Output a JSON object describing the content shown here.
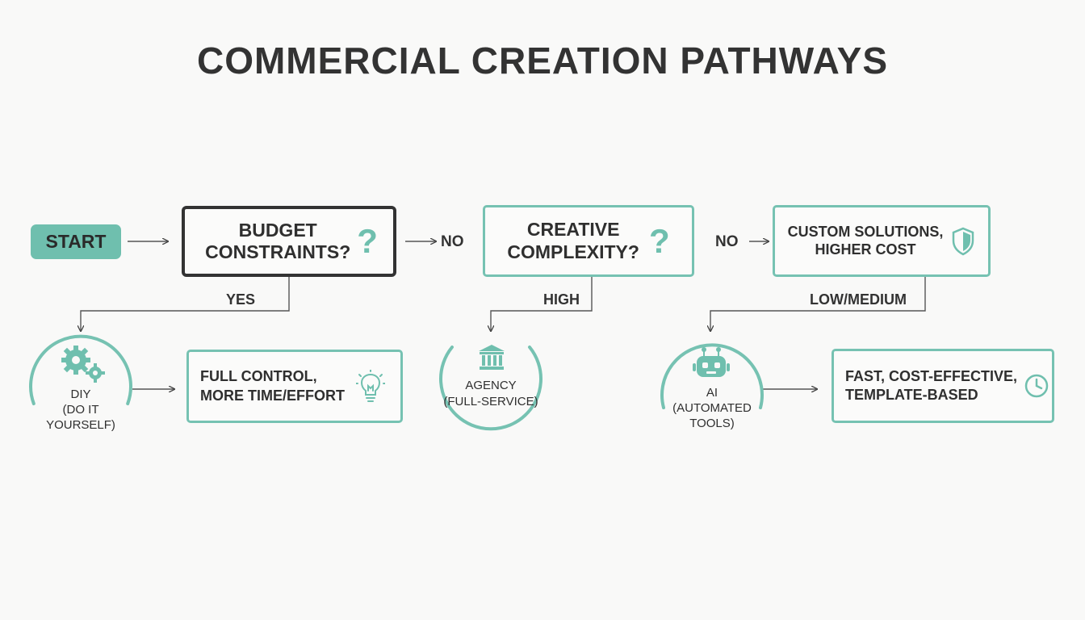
{
  "title": "COMMERCIAL CREATION PATHWAYS",
  "start": "START",
  "decisions": {
    "budget": {
      "line1": "BUDGET",
      "line2": "CONSTRAINTS?",
      "mark": "?"
    },
    "complexity": {
      "line1": "CREATIVE",
      "line2": "COMPLEXITY?",
      "mark": "?"
    }
  },
  "custom": {
    "line1": "CUSTOM SOLUTIONS,",
    "line2": "HIGHER COST",
    "icon": "shield-icon"
  },
  "edge_labels": {
    "no_1": "NO",
    "no_2": "NO",
    "yes": "YES",
    "high": "HIGH",
    "low_medium": "LOW/MEDIUM"
  },
  "diy": {
    "line1": "DIY",
    "line2": "(DO IT",
    "line3": "YOURSELF)",
    "icon": "gears-icon"
  },
  "diy_result": {
    "line1": "FULL CONTROL,",
    "line2": "MORE TIME/EFFORT",
    "icon": "lightbulb-icon"
  },
  "agency": {
    "line1": "AGENCY",
    "line2": "(FULL-SERVICE)",
    "icon": "bank-icon"
  },
  "ai": {
    "line1": "AI",
    "line2": "(AUTOMATED",
    "line3": "TOOLS)",
    "icon": "robot-icon"
  },
  "ai_result": {
    "line1": "FAST, COST-EFFECTIVE,",
    "line2": "TEMPLATE-BASED",
    "icon": "clock-icon"
  },
  "colors": {
    "accent": "#6fbfae",
    "border": "#76c2b2",
    "dark": "#333333",
    "background": "#f9f9f8"
  }
}
